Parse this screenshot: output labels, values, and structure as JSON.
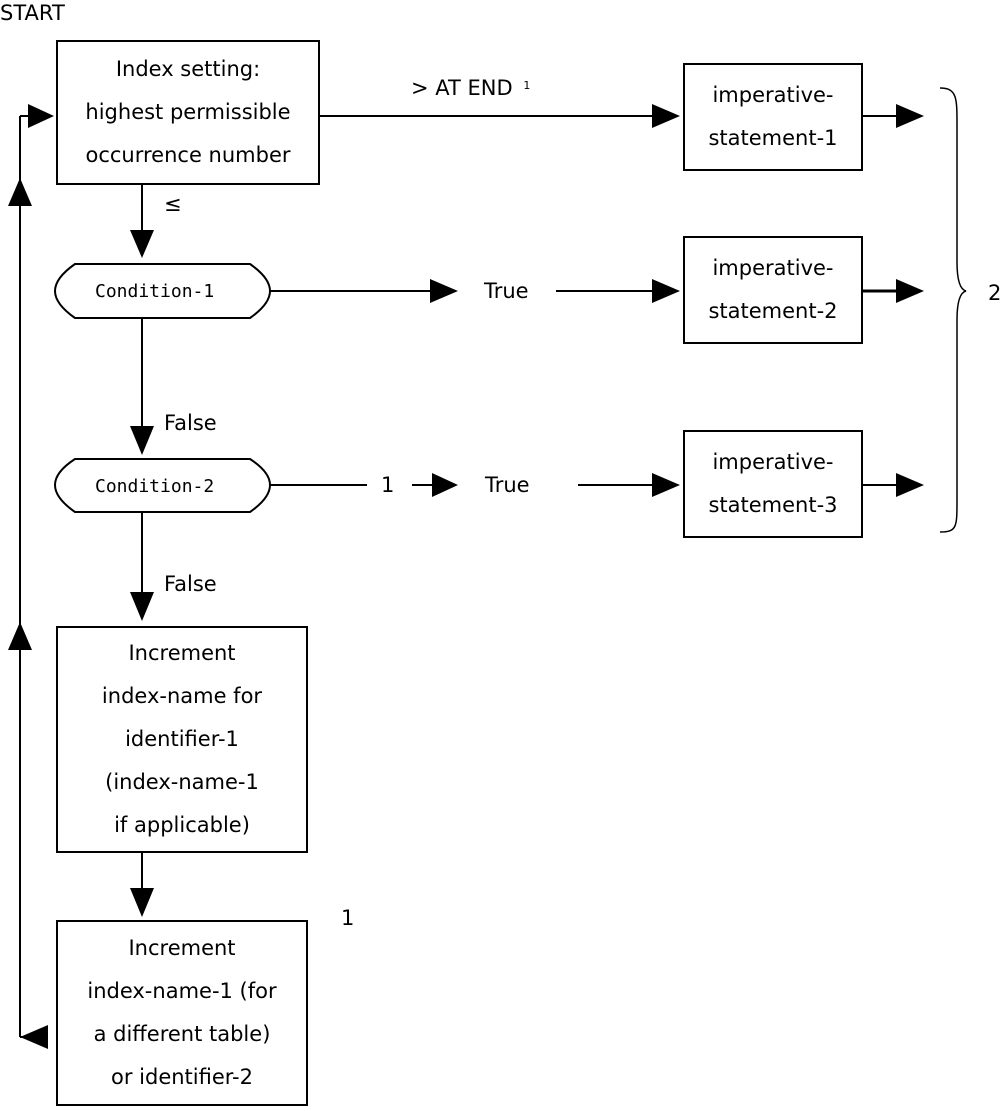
{
  "start_label": "START",
  "index_box": {
    "lines": [
      "Index setting:",
      "highest permissible",
      "occurrence number"
    ]
  },
  "at_end_label": "> AT END",
  "at_end_note": "1",
  "le_label": "≤",
  "condition1": {
    "label": "Condition-1"
  },
  "condition2": {
    "label": "Condition-2"
  },
  "true_label_1": "True",
  "true_label_2": "True",
  "one_label_cond2": "1",
  "false_label_1": "False",
  "false_label_2": "False",
  "imperative1": {
    "lines": [
      "imperative-",
      "statement-1"
    ]
  },
  "imperative2": {
    "lines": [
      "imperative-",
      "statement-2"
    ]
  },
  "imperative3": {
    "lines": [
      "imperative-",
      "statement-3"
    ]
  },
  "brace_label": "2",
  "increment1": {
    "lines": [
      "Increment",
      "index-name for",
      "identifier-1",
      "(index-name-1",
      "if applicable)"
    ]
  },
  "increment2": {
    "lines": [
      "Increment",
      "index-name-1 (for",
      "a different table)",
      "or identifier-2"
    ]
  },
  "increment2_note": "1"
}
